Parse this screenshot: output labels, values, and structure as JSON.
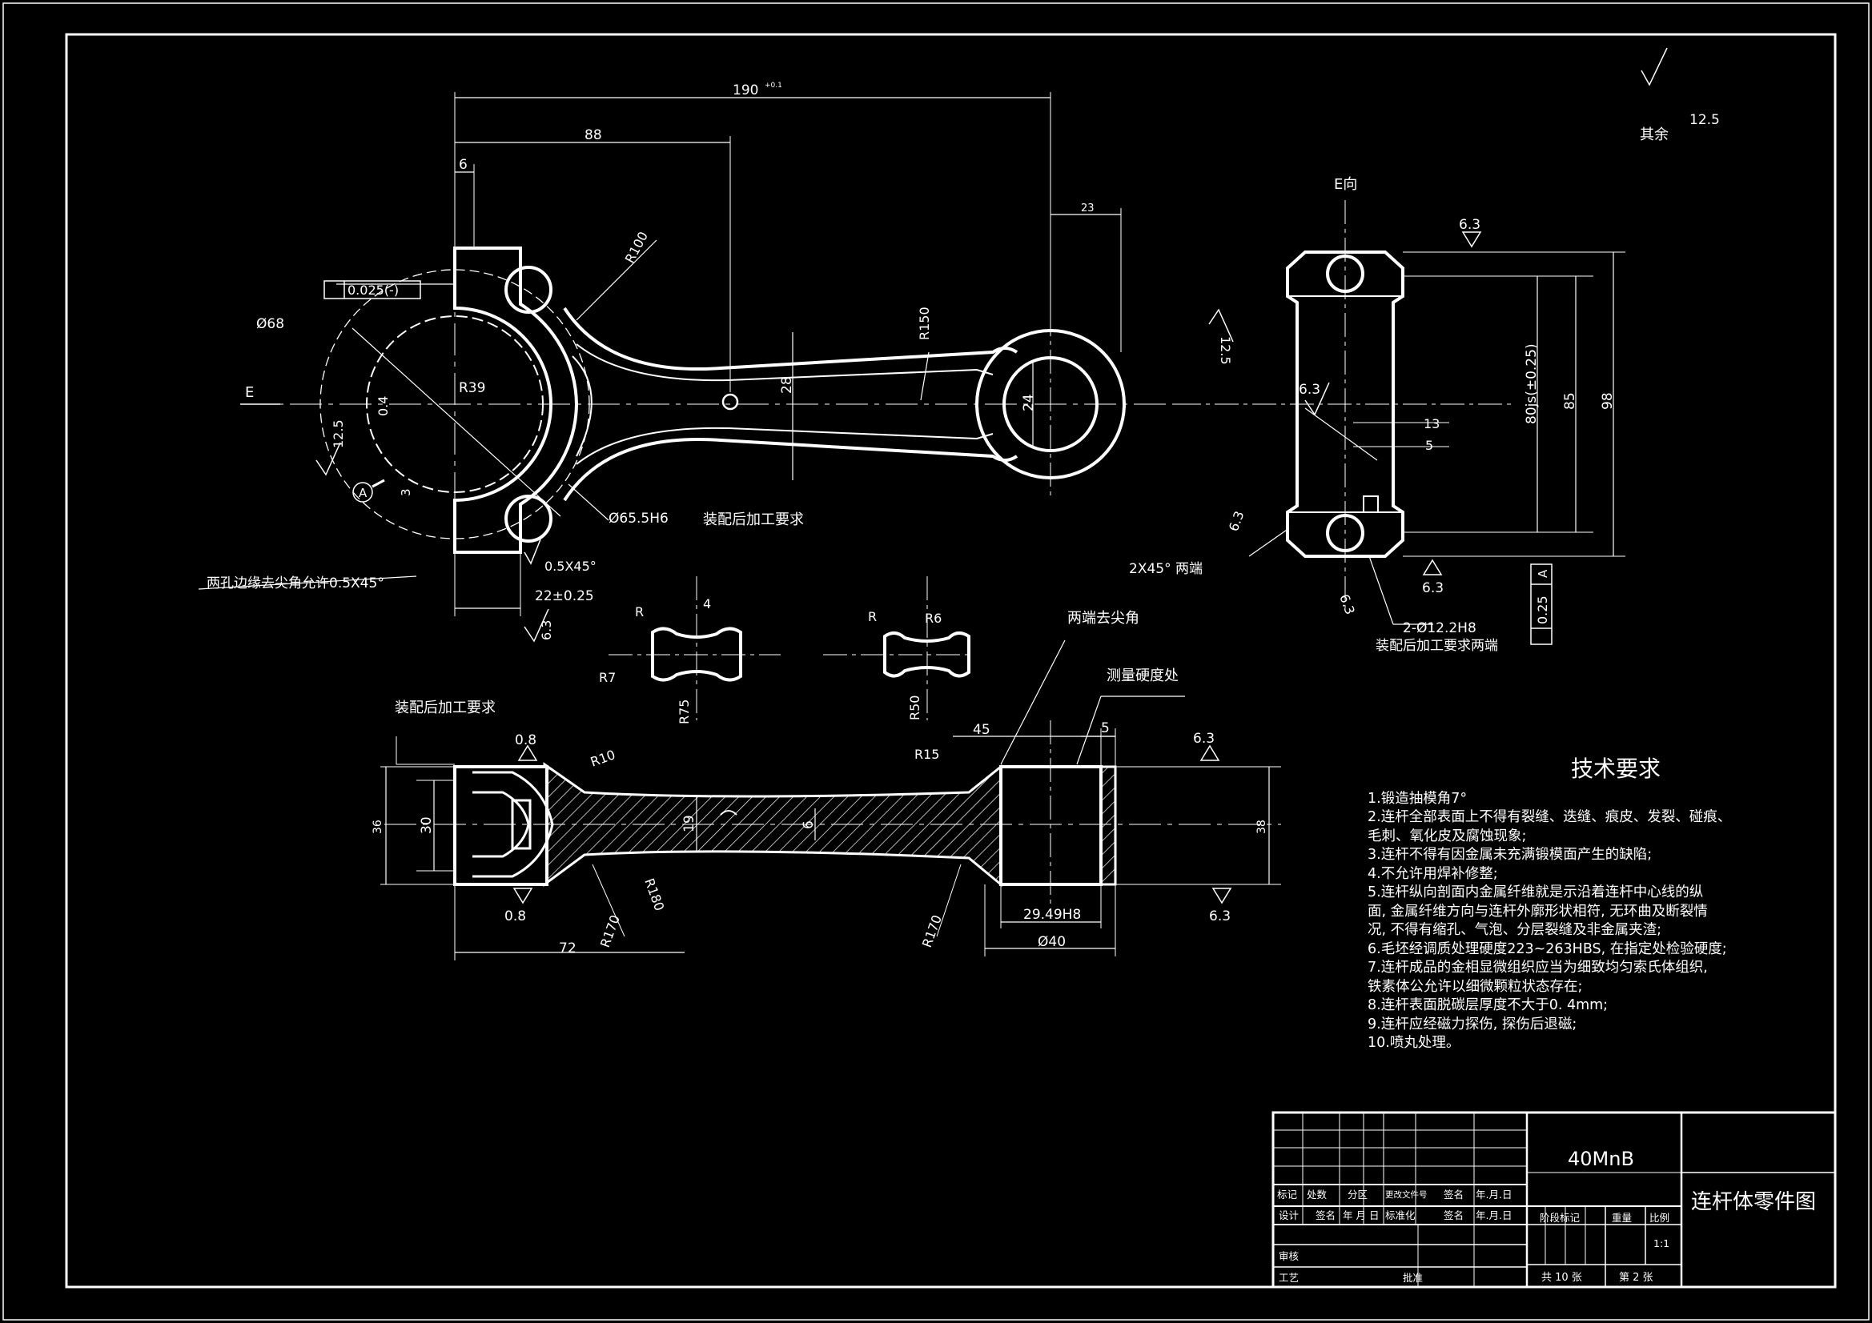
{
  "drawing_title": "连杆体零件图",
  "material": "40MnB",
  "surface_finish_other": {
    "label": "其余",
    "value": "12.5"
  },
  "view_label": "E向",
  "section_mark": "E",
  "datum_label": "A",
  "dimensions": {
    "center_distance": "190",
    "center_distance_tol": "+0.1",
    "d88": "88",
    "d6": "6",
    "d23": "23",
    "d28": "28",
    "d24": "24",
    "r100": "R100",
    "r150": "R150",
    "r39": "R39",
    "dia68": "Ø68",
    "dia65": "Ø65.5H6",
    "flatness": "0.025(-)",
    "d04": "0.4",
    "d3": "3",
    "chamfer_note": "两孔边缘去尖角允许0.5X45°",
    "chamfer_small": "0.5X45°",
    "d22": "22±0.25",
    "assembly_req": "装配后加工要求",
    "w80": "80js(±0.25)",
    "w85": "85",
    "w98": "98",
    "d13": "13",
    "d5": "5",
    "chamfer_ends": "2X45° 两端",
    "holes": "2-Ø12.2H8",
    "holes_note": "装配后加工要求两端",
    "sym_tol": "0.25",
    "sec_r": "R",
    "sec_r6": "R6",
    "sec_r7": "R7",
    "sec_r75": "R75",
    "sec_r50": "R50",
    "sec_w4": "4",
    "two_end_chamfer": "两端去尖角",
    "hardness": "测量硬度处",
    "assembly_req2": "装配后加工要求",
    "b45": "45",
    "b5": "5",
    "b_r10": "R10",
    "b_r15": "R15",
    "b_r180": "R180",
    "b_r170a": "R170",
    "b_r170b": "R170",
    "b36": "36",
    "b30": "30",
    "b19": "19",
    "b6": "6",
    "b38": "38",
    "b72": "72",
    "b2949": "29.49H8",
    "b40": "Ø40"
  },
  "roughness": [
    "12.5",
    "6.3",
    "0.8"
  ],
  "tech_requirements": {
    "title": "技术要求",
    "items": [
      "1.锻造抽模角7°",
      "2.连杆全部表面上不得有裂缝、迭缝、痕皮、发裂、碰痕、",
      "毛刺、氧化皮及腐蚀现象;",
      "3.连杆不得有因金属未充满锻模面产生的缺陷;",
      "4.不允许用焊补修整;",
      "5.连杆纵向剖面内金属纤维就是示沿着连杆中心线的纵",
      "面, 金属纤维方向与连杆外廓形状相符, 无环曲及断裂情",
      "况, 不得有缩孔、气泡、分层裂缝及非金属夹渣;",
      "6.毛坯经调质处理硬度223~263HBS, 在指定处检验硬度;",
      "7.连杆成品的金相显微组织应当为细致均匀索氏体组织,",
      "铁素体公允许以细微颗粒状态存在;",
      "8.连杆表面脱碳层厚度不大于0. 4mm;",
      "9.连杆应经磁力探伤, 探伤后退磁;",
      "10.喷丸处理。"
    ]
  },
  "title_block": {
    "row_labels": [
      "标记",
      "处数",
      "分区",
      "更改文件号",
      "签名",
      "年.月.日"
    ],
    "design": "设计",
    "sign": "签名",
    "date": "年 月 日",
    "standardize": "标准化",
    "sign2": "签名",
    "date2": "年.月.日",
    "stage": "阶段标记",
    "weight": "重量",
    "scale_label": "比例",
    "scale": "1:1",
    "review": "审核",
    "process": "工艺",
    "approve": "批准",
    "total_sheets": "共 10 张",
    "sheet_no": "第 2 张"
  },
  "colors": {
    "background": "#000000",
    "lines": "#ffffff"
  }
}
